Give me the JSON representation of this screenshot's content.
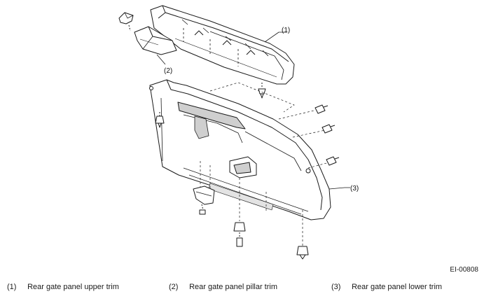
{
  "callouts": [
    {
      "id": "1",
      "text": "(1)"
    },
    {
      "id": "2",
      "text": "(2)"
    },
    {
      "id": "3",
      "text": "(3)"
    }
  ],
  "figure_id": "EI-00808",
  "legend": [
    {
      "number": "(1)",
      "label": "Rear gate panel upper trim"
    },
    {
      "number": "(2)",
      "label": "Rear gate panel pillar trim"
    },
    {
      "number": "(3)",
      "label": "Rear gate panel lower trim"
    }
  ],
  "colors": {
    "line": "#1a1a1a",
    "fill": "#ffffff",
    "shade": "#cfcfcf"
  }
}
